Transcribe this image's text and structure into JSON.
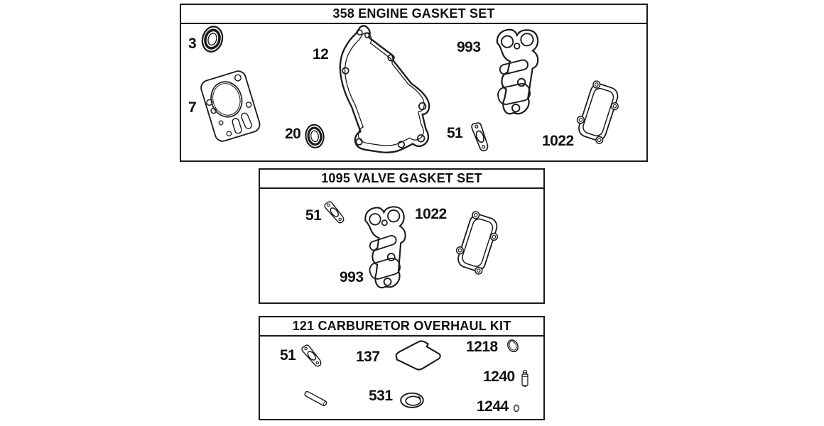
{
  "diagram": {
    "background_color": "#ffffff",
    "line_color": "#1a1a1a",
    "sections": [
      {
        "title": "358 ENGINE GASKET SET",
        "parts": [
          {
            "ref": "3"
          },
          {
            "ref": "7"
          },
          {
            "ref": "12"
          },
          {
            "ref": "20"
          },
          {
            "ref": "51"
          },
          {
            "ref": "993"
          },
          {
            "ref": "1022"
          }
        ]
      },
      {
        "title": "1095 VALVE GASKET SET",
        "parts": [
          {
            "ref": "51"
          },
          {
            "ref": "993"
          },
          {
            "ref": "1022"
          }
        ]
      },
      {
        "title": "121 CARBURETOR OVERHAUL KIT",
        "parts": [
          {
            "ref": "51"
          },
          {
            "ref": "137"
          },
          {
            "ref": "531"
          },
          {
            "ref": "1218"
          },
          {
            "ref": "1240"
          },
          {
            "ref": "1244"
          }
        ]
      }
    ]
  }
}
